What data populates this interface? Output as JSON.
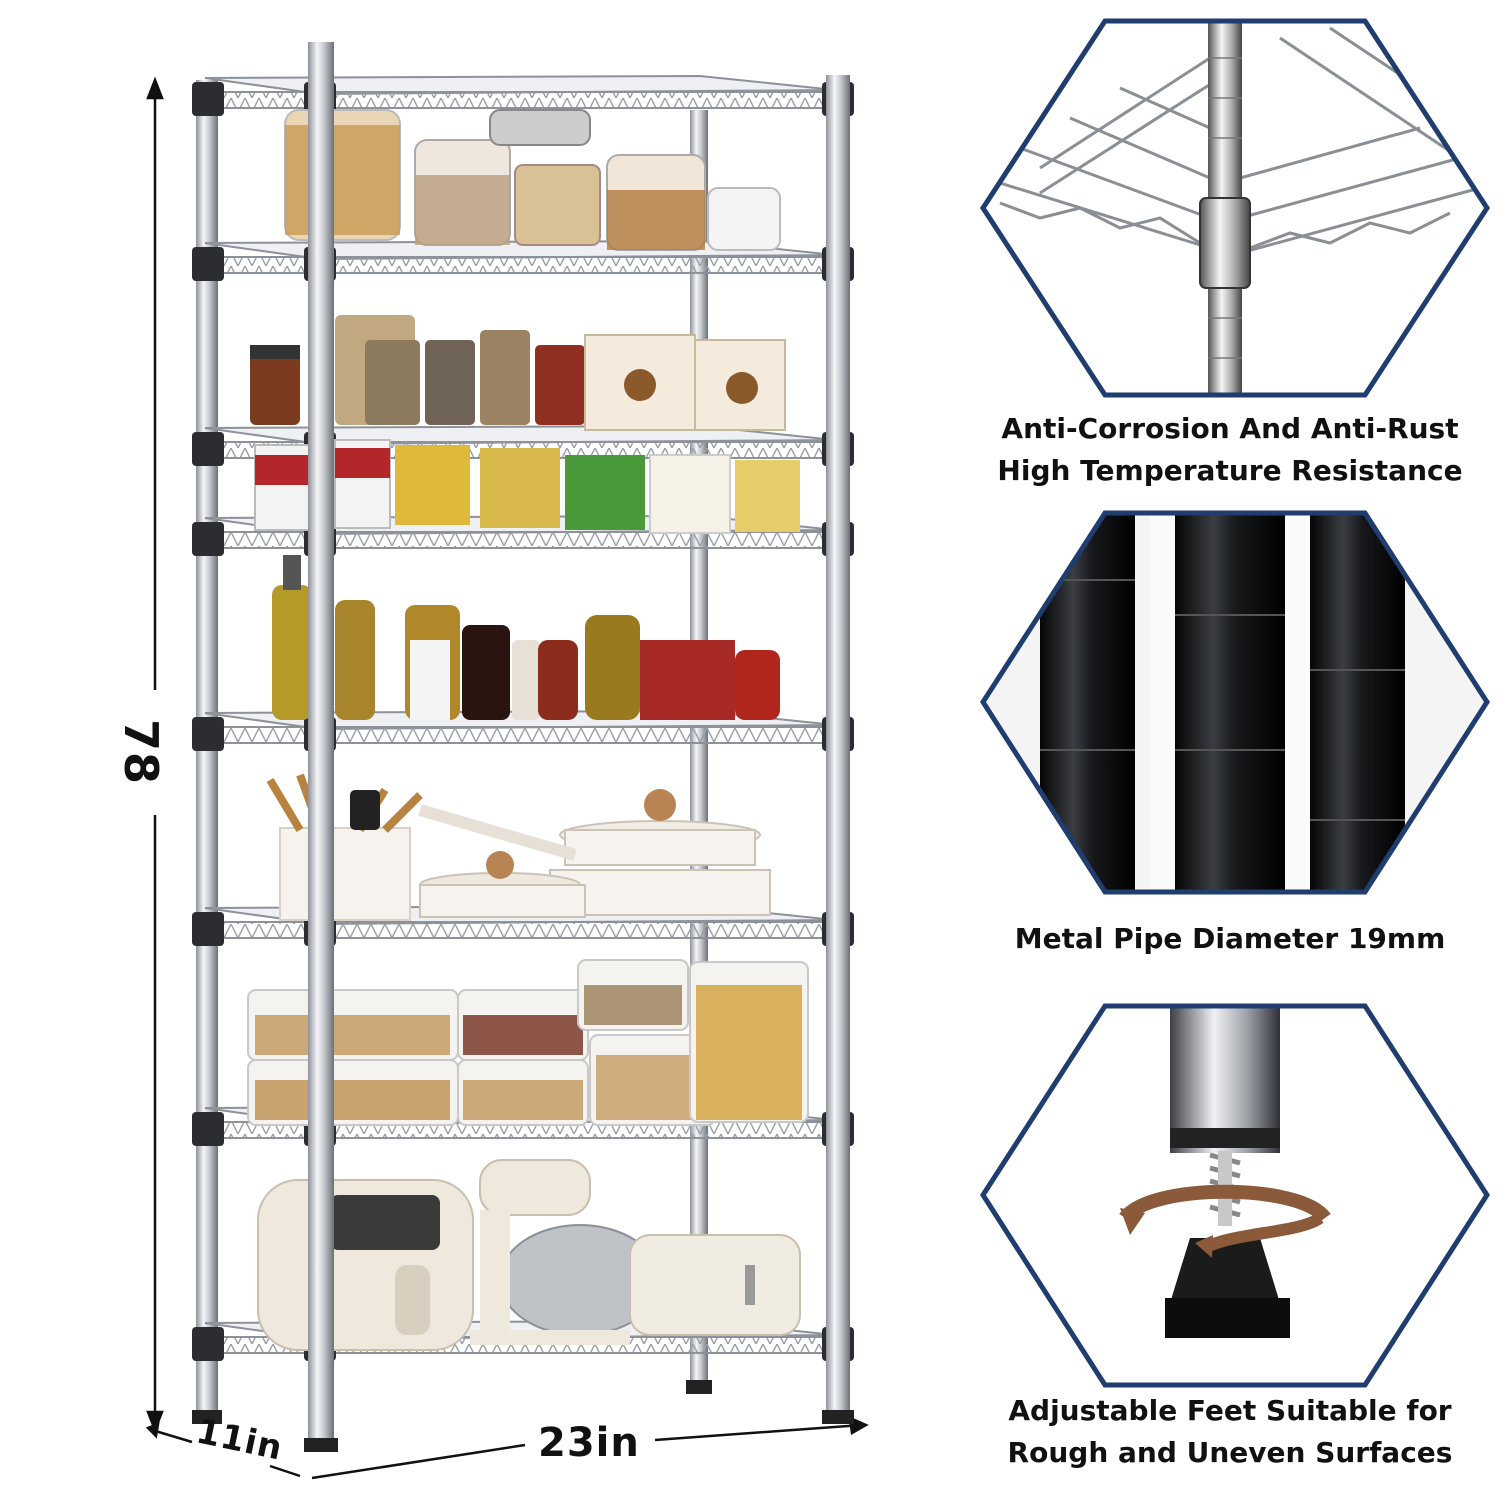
{
  "dimensions": {
    "height": "78",
    "depth": "11in",
    "width": "23in"
  },
  "features": [
    {
      "icon": "shelf-joint-closeup-icon",
      "lines": [
        "Anti-Corrosion And Anti-Rust",
        "High Temperature Resistance"
      ]
    },
    {
      "icon": "black-pipes-closeup-icon",
      "lines": [
        "Metal Pipe Diameter 19mm"
      ]
    },
    {
      "icon": "adjustable-foot-closeup-icon",
      "lines": [
        "Adjustable Feet Suitable for",
        "Rough and Uneven Surfaces"
      ]
    }
  ],
  "colors": {
    "hex_border": "#1f3d6e",
    "chrome": "#c9ccd1",
    "chrome_dark": "#6b7078",
    "arrow_brown": "#8a5a3a"
  }
}
